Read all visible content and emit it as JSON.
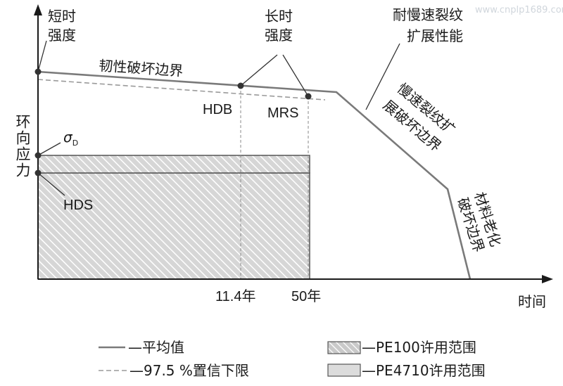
{
  "watermark": "www.cnplp1689.com",
  "axes": {
    "y_label": "环向应力",
    "x_label": "时间"
  },
  "labels": {
    "short_strength_line1": "短时",
    "short_strength_line2": "强度",
    "long_strength_line1": "长时",
    "long_strength_line2": "强度",
    "scg_resist_line1": "耐慢速裂纹",
    "scg_resist_line2": "扩展性能",
    "ductile_boundary": "韧性破坏边界",
    "hdb": "HDB",
    "mrs": "MRS",
    "sigma": "σ",
    "sigma_sub": "D",
    "hds": "HDS",
    "scg_boundary_col1": "慢速裂纹扩",
    "scg_boundary_col2": "展破坏边界",
    "aging_col1": "材料老化",
    "aging_col2": "破坏边界"
  },
  "x_ticks": [
    "11.4年",
    "50年"
  ],
  "legend": {
    "mean": "—平均值",
    "lcl": "—97.5 %置信下限",
    "pe100": "—PE100许用范围",
    "pe4710": "—PE4710许用范围"
  },
  "colors": {
    "line": "#7a7a7a",
    "dashed": "#9a9a9a",
    "hatch_bg": "#d6d6d6",
    "hatch_stripe": "#ffffff",
    "axis": "#1a1a1a"
  }
}
